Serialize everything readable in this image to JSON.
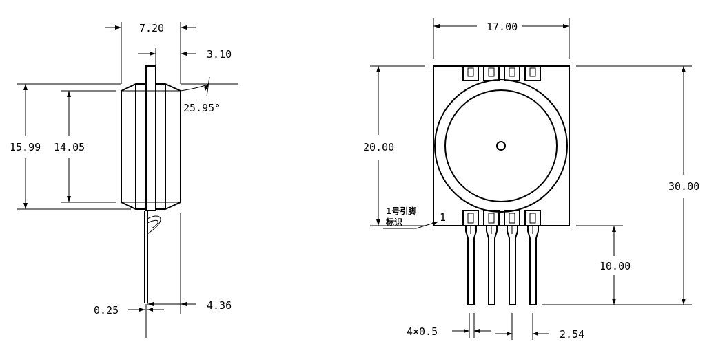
{
  "side_view": {
    "dims": {
      "top_width": "7.20",
      "lead_offset": "3.10",
      "bevel_angle": "25.95°",
      "total_height": "15.99",
      "inner_height": "14.05",
      "lead_thickness": "0.25",
      "lead_span": "4.36"
    }
  },
  "front_view": {
    "dims": {
      "width": "17.00",
      "body_height": "20.00",
      "total_height": "30.00",
      "lead_length": "10.00",
      "lead_width": "4×0.5",
      "pitch": "2.54"
    },
    "pin1_label_line1": "1号引脚",
    "pin1_label_line2": "标识",
    "pin1_number": "1"
  }
}
